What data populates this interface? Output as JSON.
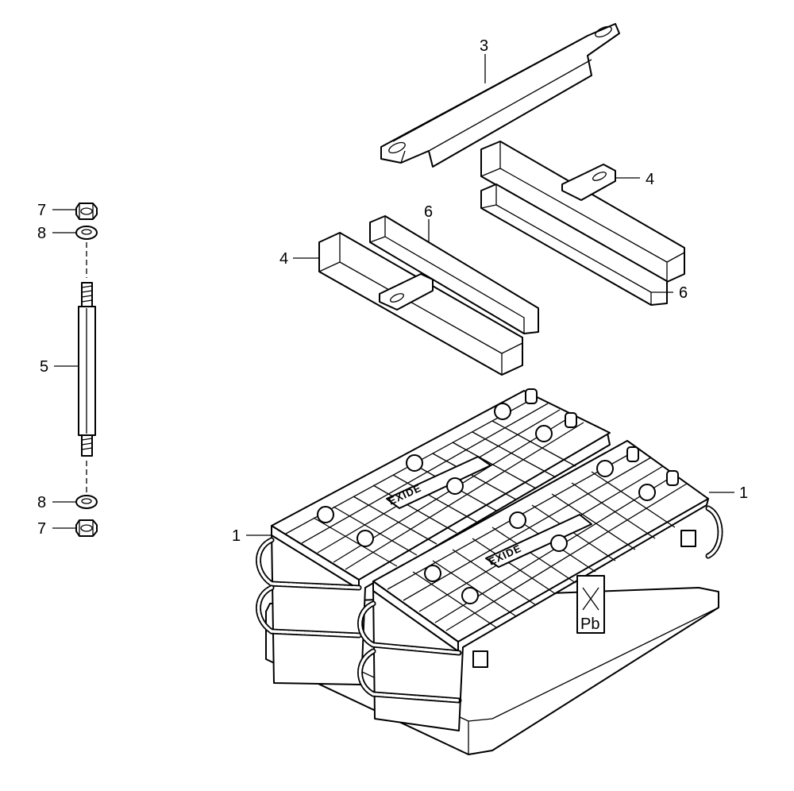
{
  "callouts": {
    "battery_left": "1",
    "battery_right": "1",
    "clamp_bar": "3",
    "frame_right": "4",
    "frame_left": "4",
    "stud": "5",
    "spacer_left": "6",
    "spacer_right": "6",
    "nut_top": "7",
    "washer_top": "8",
    "washer_bottom": "8",
    "nut_bottom": "7"
  },
  "battery_labels": {
    "brand_back": "EXIDE",
    "brand_front": "EXIDE",
    "recycle_symbol": "Pb"
  }
}
